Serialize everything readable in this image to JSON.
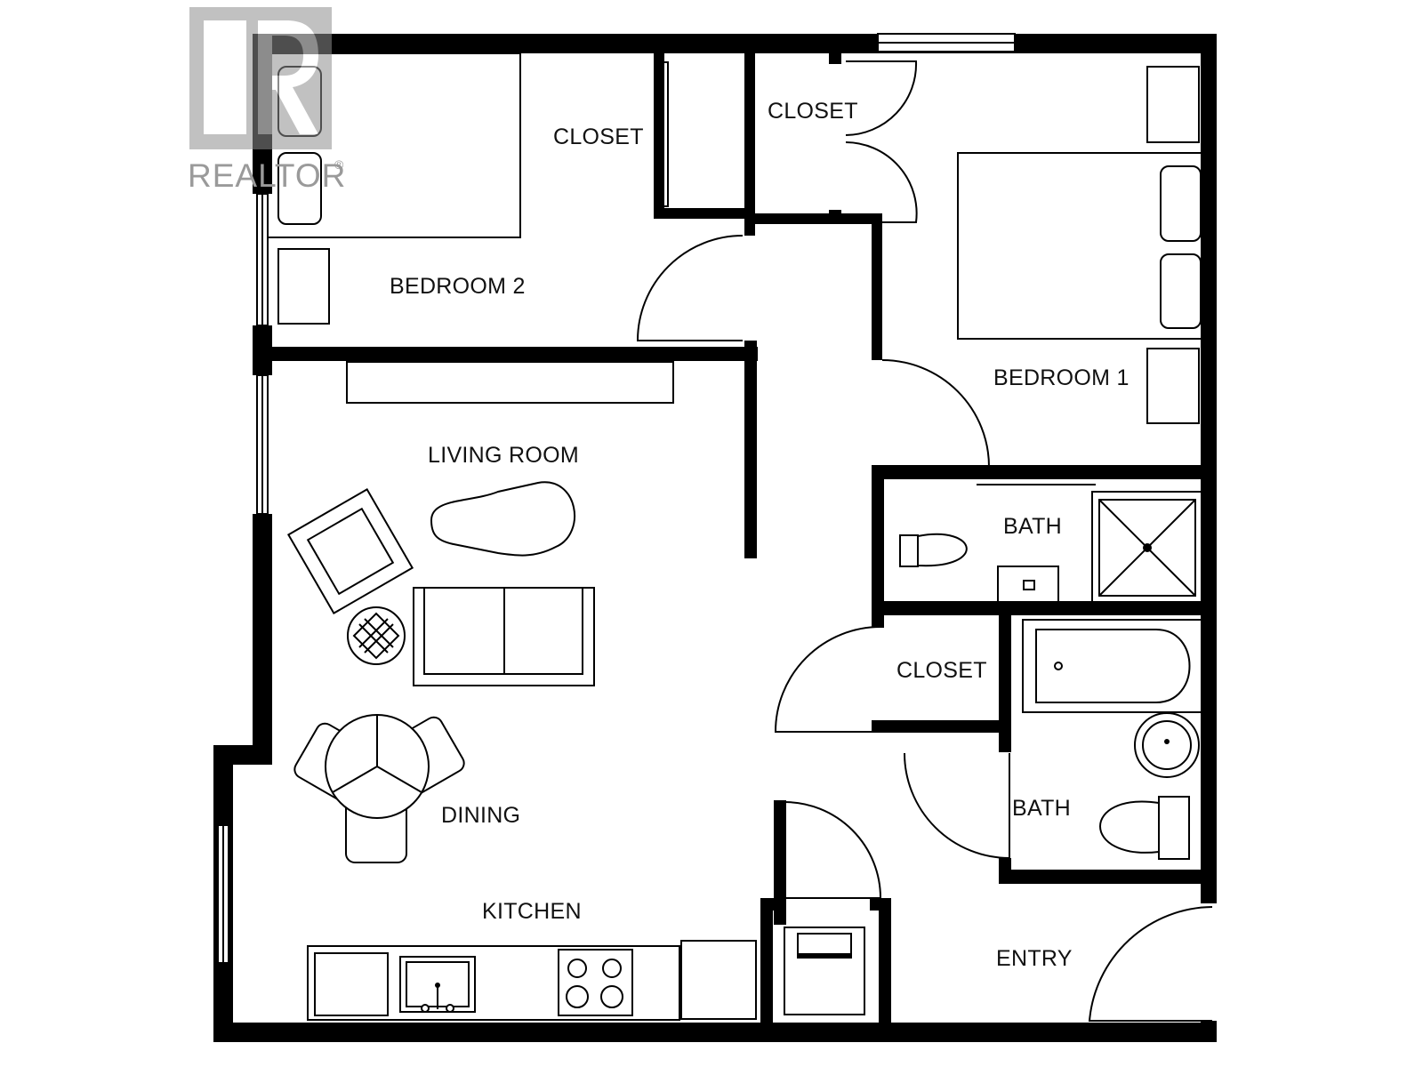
{
  "logo": {
    "text": "REALTOR",
    "mark": "®",
    "letter_icon": "r-logo-icon"
  },
  "rooms": {
    "bedroom_2": "BEDROOM 2",
    "closet_bedroom_2": "CLOSET",
    "closet_bedroom_1": "CLOSET",
    "bedroom_1": "BEDROOM 1",
    "living_room": "LIVING ROOM",
    "bath_upper": "BATH",
    "closet_hall": "CLOSET",
    "bath_lower": "BATH",
    "dining": "DINING",
    "kitchen": "KITCHEN",
    "entry": "ENTRY"
  },
  "colors": {
    "walls": "#000000",
    "background": "#ffffff",
    "logo": "#9a9a9a"
  }
}
